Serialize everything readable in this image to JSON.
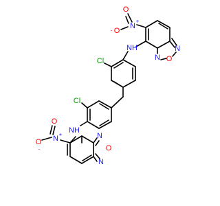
{
  "molecule": {
    "colors": {
      "bond": "#000000",
      "carbon_label": "#000000",
      "nitrogen": "#1a1aff",
      "oxygen": "#ff0000",
      "chlorine": "#00a000"
    },
    "atoms": [
      {
        "id": "a1",
        "element": "N",
        "label": "N",
        "charge": "+"
      },
      {
        "id": "a2",
        "element": "O",
        "label": "O",
        "charge": "-"
      },
      {
        "id": "a3",
        "element": "O",
        "label": "O",
        "charge": ""
      },
      {
        "id": "a4",
        "element": "N",
        "label": "N",
        "charge": ""
      },
      {
        "id": "a5",
        "element": "O",
        "label": "O",
        "charge": ""
      },
      {
        "id": "a6",
        "element": "N",
        "label": "N",
        "charge": ""
      },
      {
        "id": "a7",
        "element": "N",
        "label": "NH",
        "charge": ""
      },
      {
        "id": "a8",
        "element": "Cl",
        "label": "Cl",
        "charge": ""
      },
      {
        "id": "a9",
        "element": "Cl",
        "label": "Cl",
        "charge": ""
      },
      {
        "id": "a10",
        "element": "N",
        "label": "NH",
        "charge": ""
      },
      {
        "id": "a11",
        "element": "N",
        "label": "N",
        "charge": "+"
      },
      {
        "id": "a12",
        "element": "O",
        "label": "O",
        "charge": "-"
      },
      {
        "id": "a13",
        "element": "O",
        "label": "O",
        "charge": ""
      },
      {
        "id": "a14",
        "element": "N",
        "label": "N",
        "charge": ""
      },
      {
        "id": "a15",
        "element": "O",
        "label": "O",
        "charge": ""
      },
      {
        "id": "a16",
        "element": "N",
        "label": "N",
        "charge": ""
      }
    ]
  }
}
